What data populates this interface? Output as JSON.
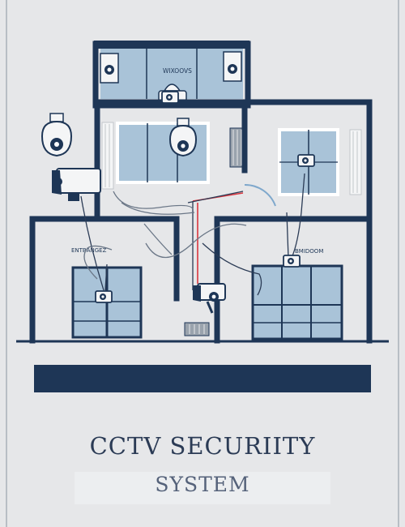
{
  "labels": {
    "windows": "WIXOOVS",
    "entrance": "ENTBANGEZ",
    "bedroom": "BMIDOOM"
  },
  "title": {
    "line1": "CCTV SECURIITY",
    "line2": "SYSTEM"
  },
  "colors": {
    "background": "#e6e7e9",
    "wall": "#1e3656",
    "glass": "#a9c3d8",
    "camera_body": "#f4f5f6",
    "wire_red": "#d9363e",
    "banner": "#1e3656"
  },
  "icons": [
    "dome-camera-icon",
    "bullet-camera-icon",
    "box-camera-icon",
    "vent-icon",
    "radiator-icon"
  ]
}
